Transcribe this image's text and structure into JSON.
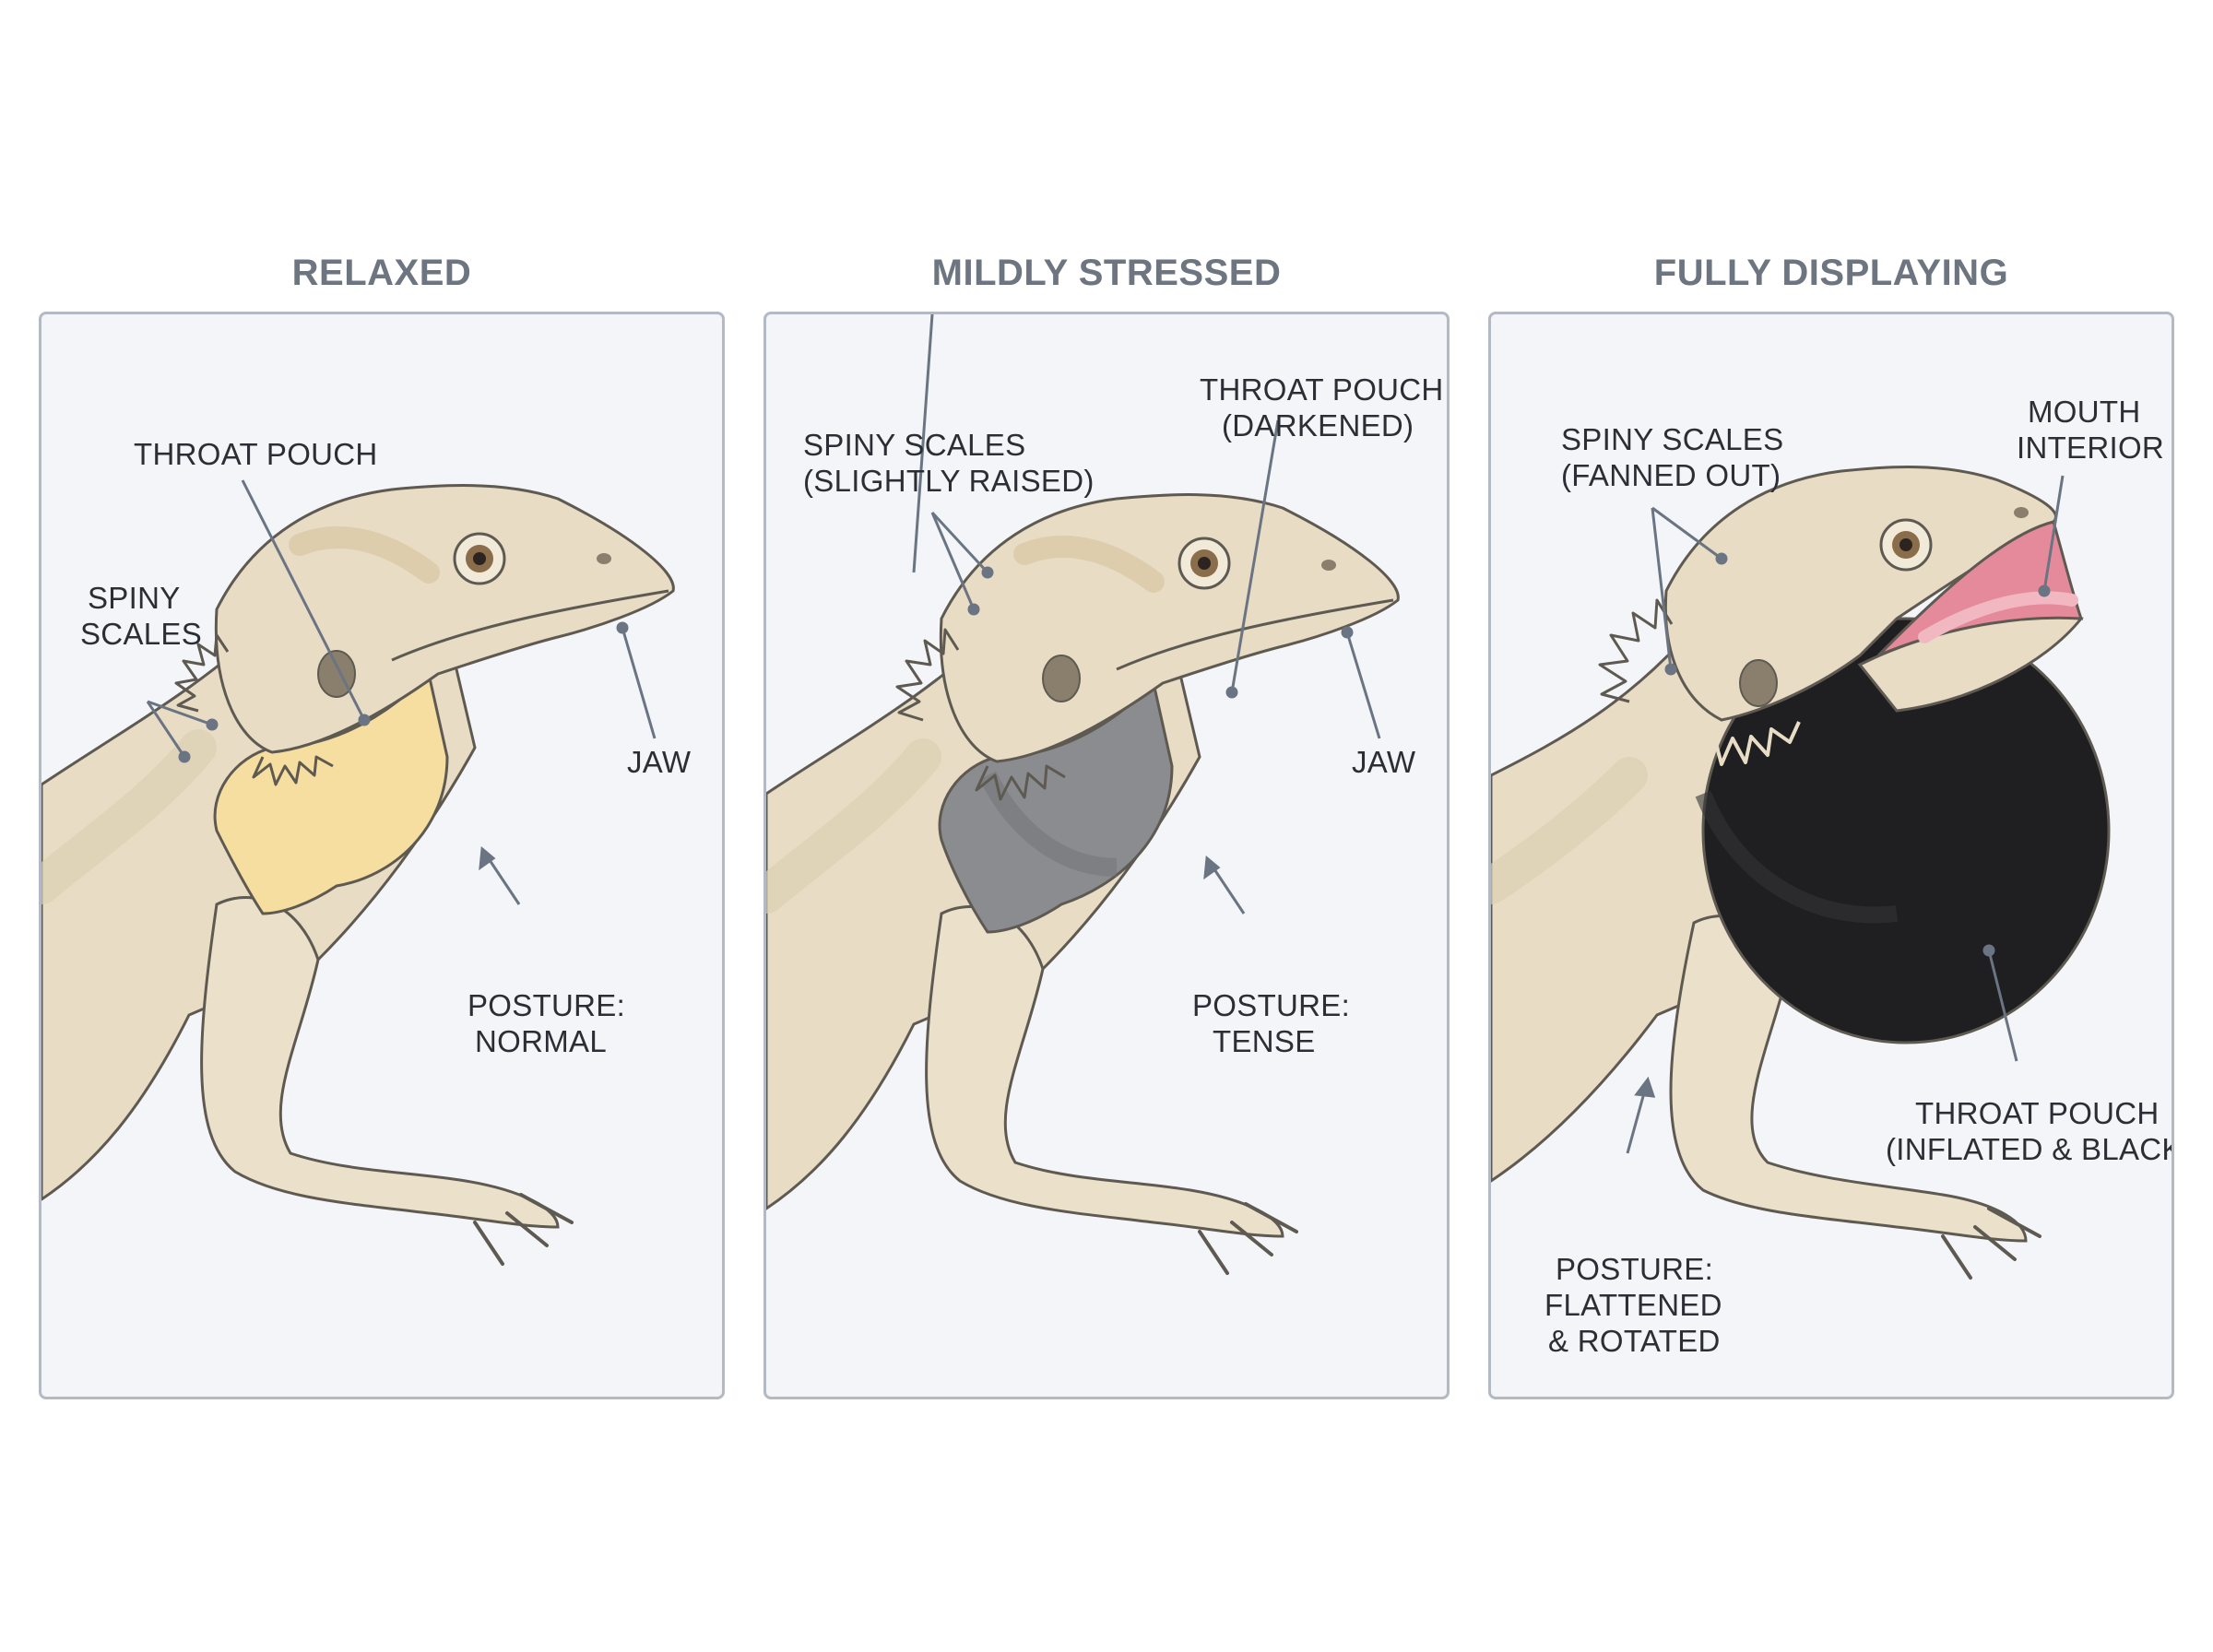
{
  "panels": [
    {
      "title": "RELAXED",
      "labels": {
        "throat_pouch": "THROAT POUCH",
        "spiny_scales_1": "SPINY",
        "spiny_scales_2": "SCALES",
        "jaw": "JAW",
        "posture_1": "POSTURE:",
        "posture_2": "NORMAL"
      }
    },
    {
      "title": "MILDLY STRESSED",
      "labels": {
        "spiny_scales_1": "SPINY SCALES",
        "spiny_scales_2": "(SLIGHTLY RAISED)",
        "throat_pouch_1": "THROAT POUCH",
        "throat_pouch_2": "(DARKENED)",
        "jaw": "JAW",
        "posture_1": "POSTURE:",
        "posture_2": "TENSE"
      }
    },
    {
      "title": "FULLY DISPLAYING",
      "labels": {
        "spiny_scales_1": "SPINY SCALES",
        "spiny_scales_2": "(FANNED OUT)",
        "mouth_1": "MOUTH",
        "mouth_2": "INTERIOR",
        "throat_pouch_1": "THROAT POUCH",
        "throat_pouch_2": "(INFLATED & BLACK)",
        "posture_1": "POSTURE:",
        "posture_2": "FLATTENED",
        "posture_3": "& ROTATED"
      }
    }
  ],
  "colors": {
    "skin": "#e8dcc4",
    "skin_light": "#efe6d2",
    "outline": "#5e5a52",
    "throat_relaxed": "#f6dea0",
    "throat_stressed": "#8a8c8f",
    "throat_display": "#1f1f22",
    "mouth": "#e58a9a",
    "leader": "#6a7482",
    "panel_bg": "#f3f5f8",
    "panel_border": "#b3bac4"
  }
}
